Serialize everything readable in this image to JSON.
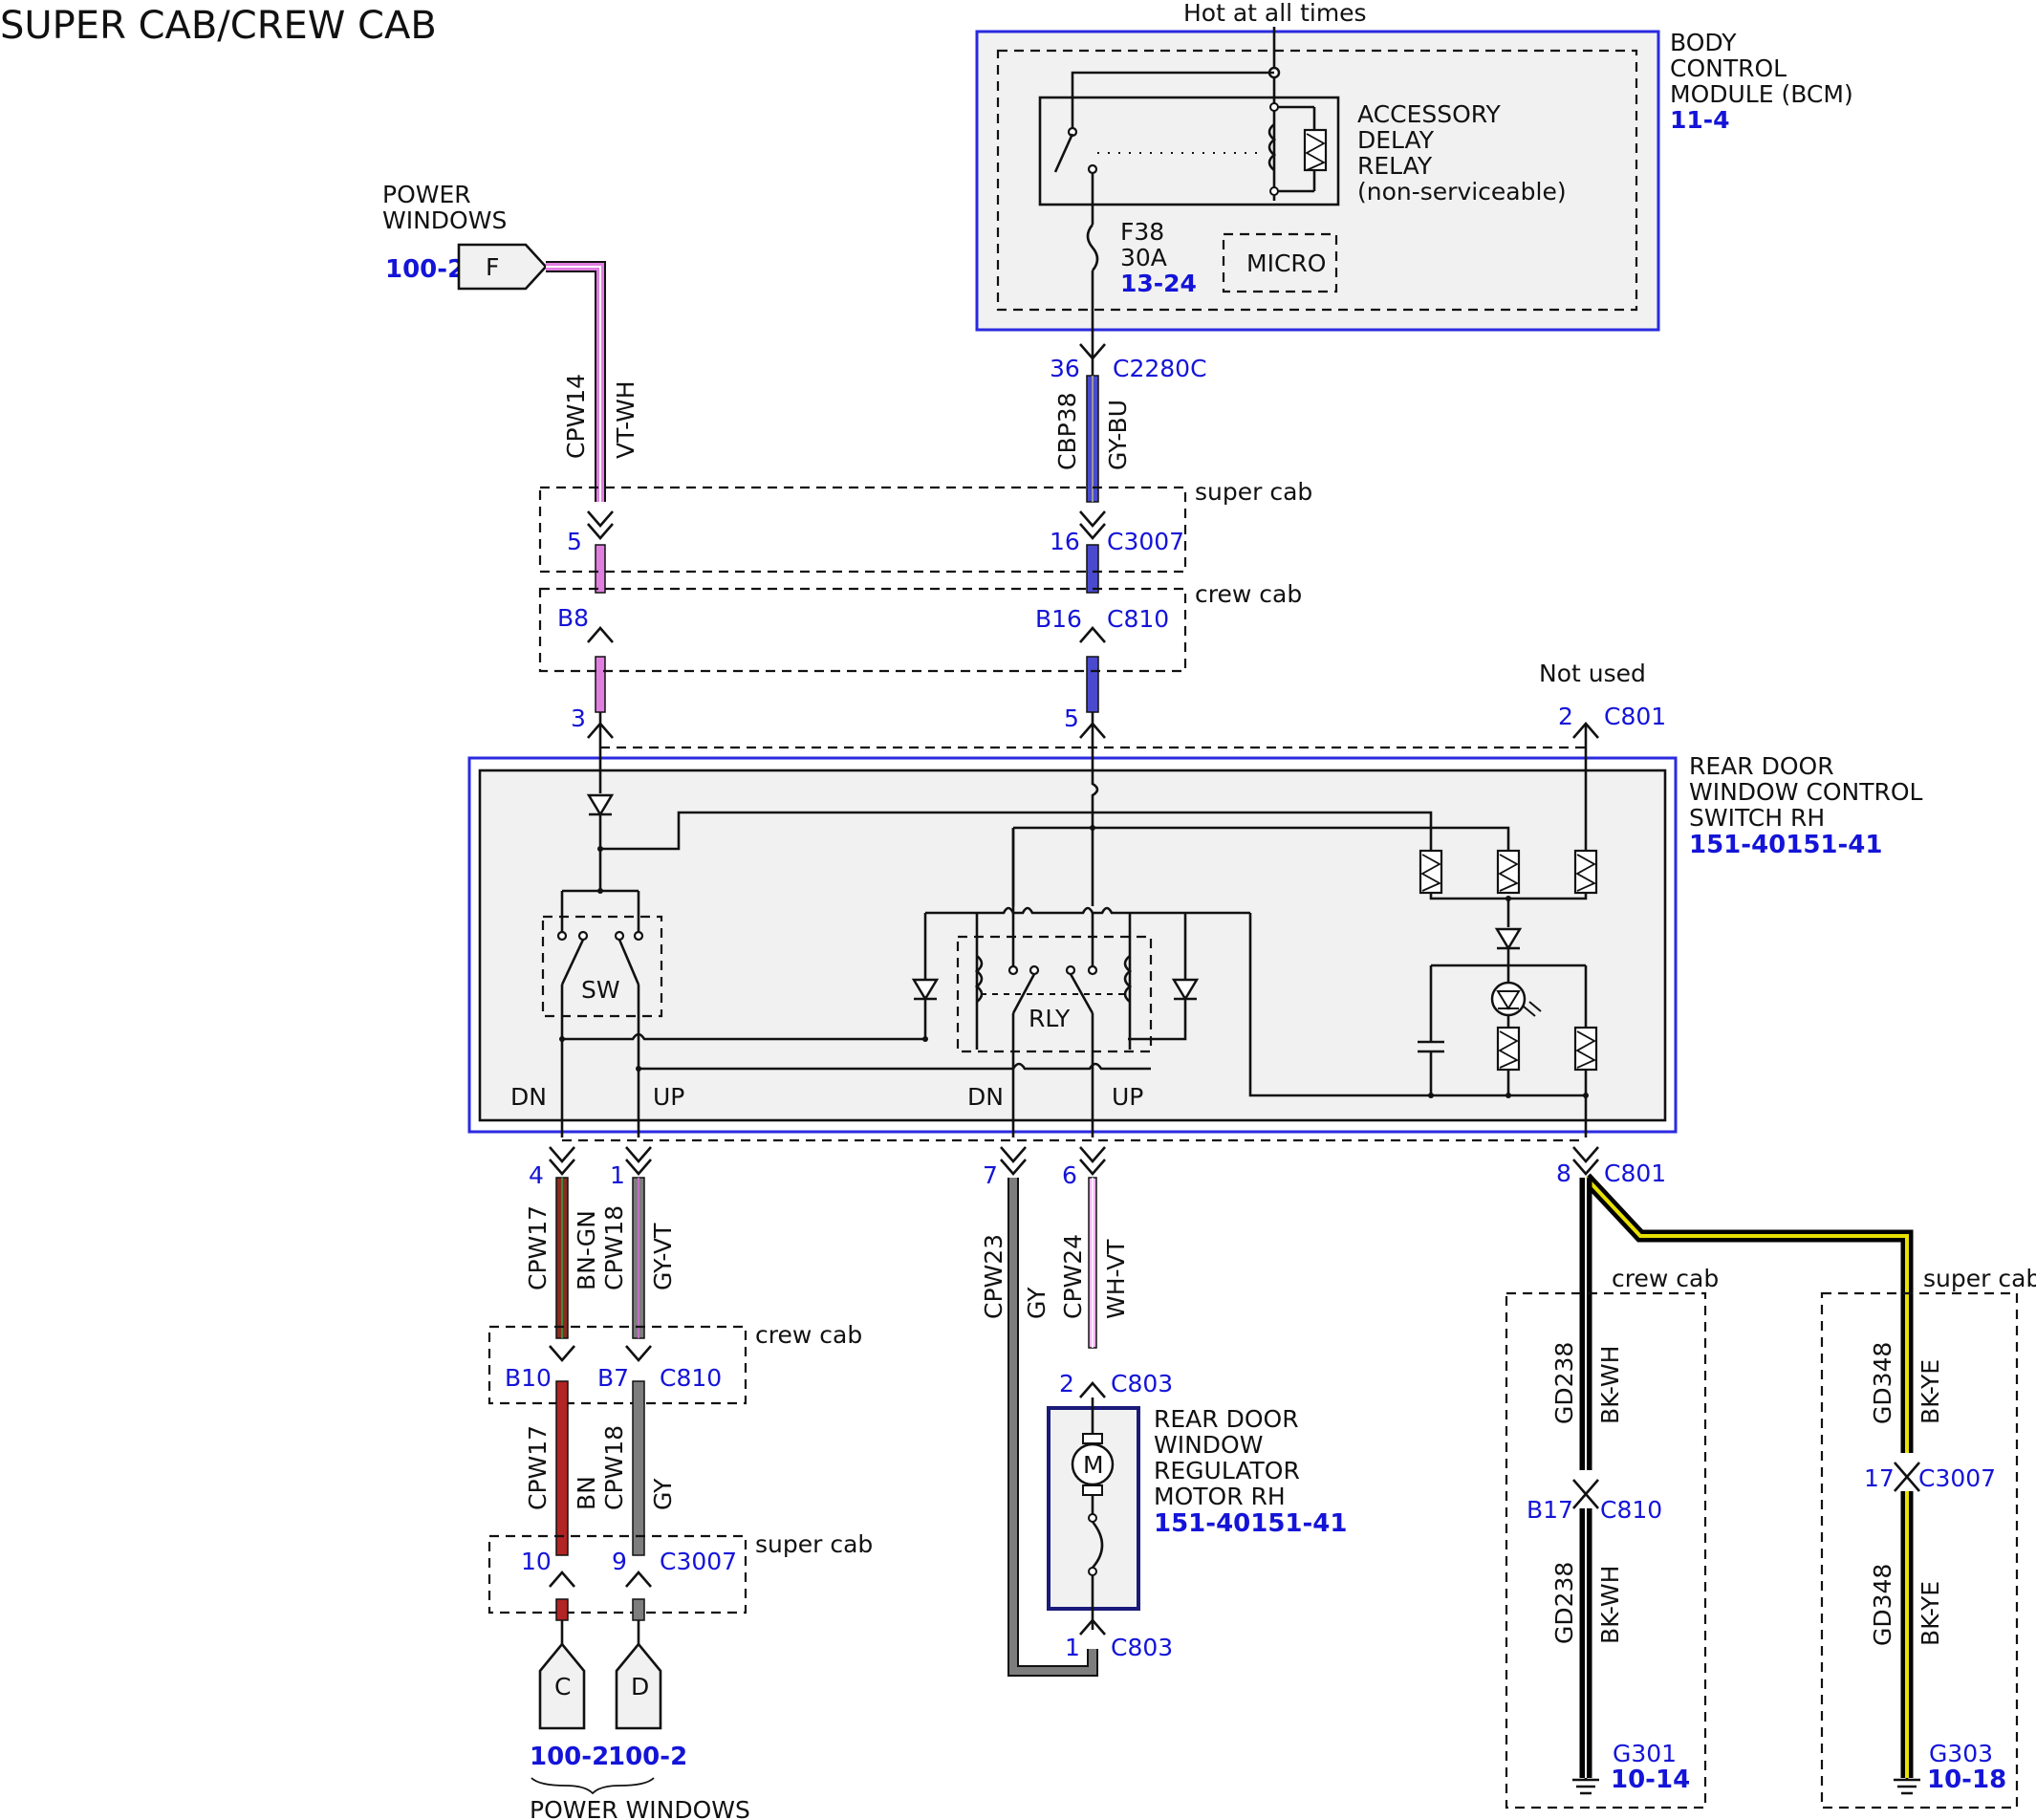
{
  "title": "SUPER CAB/CREW CAB",
  "colors": {
    "module_border": "#2a2ae0",
    "pin_text": "#1414d8",
    "vt_wh": "#e07ee0",
    "gy_bu": "#4a4acf",
    "bn_gn": "#8b2b1f",
    "bn": "#b32424",
    "gy": "#7d7d7d",
    "wh_vt": "#f4b6f4",
    "bk": "#000000",
    "ye": "#e8e000"
  },
  "bcm": {
    "top_label": "Hot at all times",
    "name": [
      "BODY",
      "CONTROL",
      "MODULE (BCM)"
    ],
    "ref": "11-4",
    "relay": [
      "ACCESSORY",
      "DELAY",
      "RELAY",
      "(non-serviceable)"
    ],
    "fuse": [
      "F38",
      "30A"
    ],
    "fuse_ref": "13-24",
    "micro": "MICRO"
  },
  "power_windows_top": {
    "label": [
      "POWER",
      "WINDOWS"
    ],
    "ref": "100-2",
    "connector": "F"
  },
  "wires": {
    "cpw14": {
      "circuit": "CPW14",
      "color": "VT-WH"
    },
    "cbp38": {
      "circuit": "CBP38",
      "color": "GY-BU"
    },
    "cpw17": {
      "circuit": "CPW17",
      "color": "BN-GN"
    },
    "cpw18": {
      "circuit": "CPW18",
      "color": "GY-VT"
    },
    "cpw17b": {
      "circuit": "CPW17",
      "color": "BN"
    },
    "cpw18b": {
      "circuit": "CPW18",
      "color": "GY"
    },
    "cpw23": {
      "circuit": "CPW23",
      "color": "GY"
    },
    "cpw24": {
      "circuit": "CPW24",
      "color": "WH-VT"
    },
    "gd238a": {
      "circuit": "GD238",
      "color": "BK-WH"
    },
    "gd238b": {
      "circuit": "GD238",
      "color": "BK-WH"
    },
    "gd348a": {
      "circuit": "GD348",
      "color": "BK-YE"
    },
    "gd348b": {
      "circuit": "GD348",
      "color": "BK-YE"
    }
  },
  "connectors": {
    "c2280c": "C2280C",
    "c3007": "C3007",
    "c810": "C810",
    "c801": "C801",
    "c803": "C803"
  },
  "pins": {
    "p36": "36",
    "p5a": "5",
    "p16": "16",
    "pB8": "B8",
    "pB16": "B16",
    "p3": "3",
    "p5b": "5",
    "p2": "2",
    "p4": "4",
    "p1a": "1",
    "p7": "7",
    "p6": "6",
    "p8": "8",
    "pB10": "B10",
    "pB7": "B7",
    "p10": "10",
    "p9": "9",
    "p2b": "2",
    "p1b": "1",
    "pB17": "B17",
    "p17": "17"
  },
  "zones": {
    "super_cab": "super cab",
    "crew_cab": "crew cab"
  },
  "not_used": "Not used",
  "switch": {
    "name": [
      "REAR DOOR",
      "WINDOW CONTROL",
      "SWITCH RH"
    ],
    "ref": "151-40151-41",
    "sw": "SW",
    "rly": "RLY",
    "dn": "DN",
    "up": "UP"
  },
  "motor": {
    "name": [
      "REAR DOOR",
      "WINDOW",
      "REGULATOR",
      "MOTOR RH"
    ],
    "ref": "151-40151-41",
    "symbol": "M"
  },
  "bottom_connectors": {
    "c": "C",
    "d": "D",
    "ref_c": "100-2",
    "ref_d": "100-2",
    "label": "POWER WINDOWS"
  },
  "grounds": {
    "g301": "G301",
    "g301_ref": "10-14",
    "g303": "G303",
    "g303_ref": "10-18"
  }
}
